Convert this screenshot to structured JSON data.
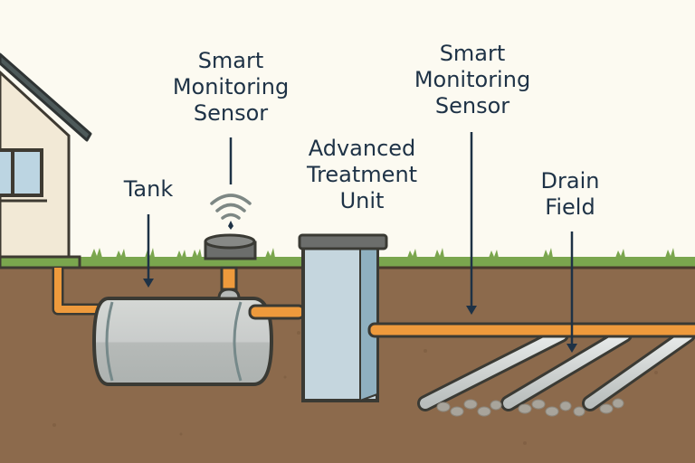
{
  "title": "Septic system with advanced treatment and smart monitoring",
  "labels": {
    "tank": "Tank",
    "sensor_left": "Smart\nMonitoring\nSensor",
    "treatment_unit": "Advanced\nTreatment\nUnit",
    "sensor_right": "Smart\nMonitoring\nSensor",
    "drain_field": "Drain\nField"
  },
  "components": [
    "house",
    "septic-tank",
    "smart-sensor",
    "advanced-treatment-unit",
    "outlet-pipe",
    "drain-field-pipes",
    "gravel-bed"
  ],
  "colors": {
    "background": "#fcfaf1",
    "soil": "#8c6a4c",
    "grass": "#7aa64e",
    "pipe": "#ee9a3c",
    "outline": "#3a3a34",
    "label_text": "#1e3246",
    "tank": "#c3c7c4",
    "treatment_unit": "#bcd3de",
    "house_wall": "#f2e9d6",
    "roof": "#4e5a5a",
    "window": "#bcd5e2"
  }
}
